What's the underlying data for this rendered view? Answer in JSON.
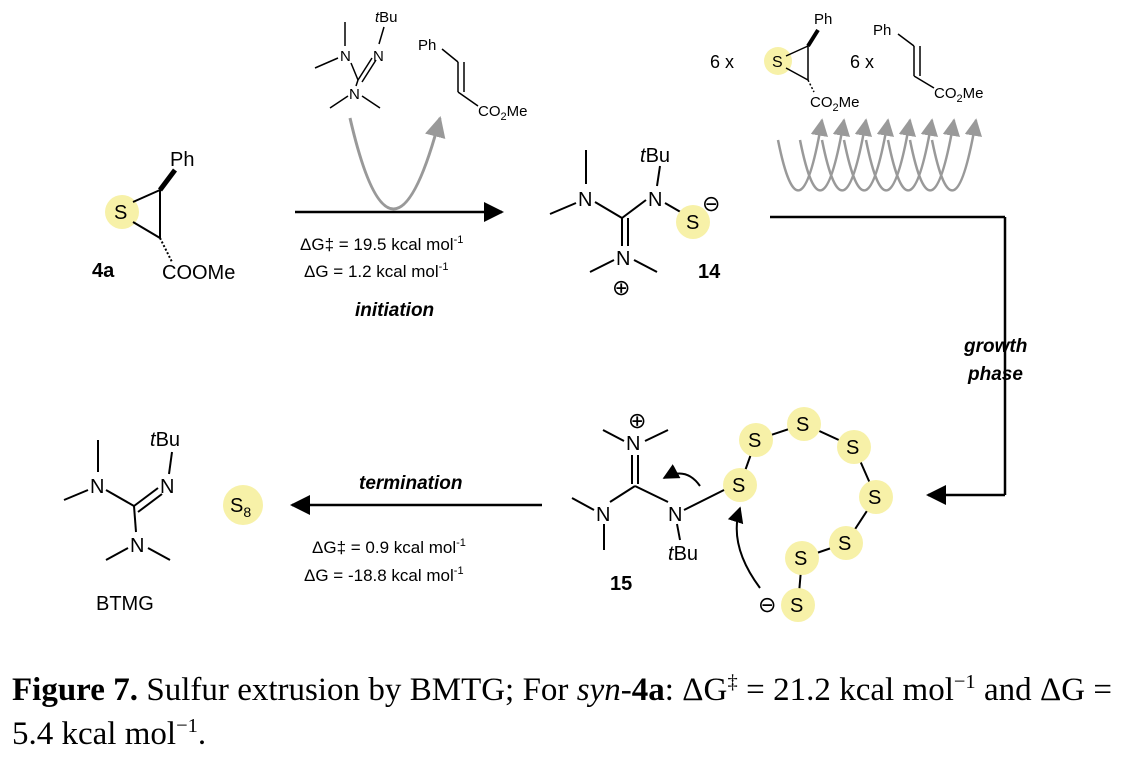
{
  "colors": {
    "highlight": "#f7f1a8",
    "gray_arrow": "#999999",
    "olive_label": "#7c7a3b",
    "ink": "#000000"
  },
  "labels": {
    "compound_4a": "4a",
    "compound_14": "14",
    "compound_15": "15",
    "btmg": "BTMG",
    "s8": "S",
    "s8_sub": "8",
    "ph": "Ph",
    "cooMe": "COOMe",
    "co2me_pre": "CO",
    "co2me_sub": "2",
    "co2me_post": "Me",
    "tbu_t": "t",
    "tbu_rest": "Bu",
    "n": "N",
    "s": "S",
    "six_x": "6 x",
    "minus": "⊖",
    "plus": "⊕"
  },
  "steps": {
    "initiation": {
      "label": "initiation",
      "dg_act": "ΔG‡ = 19.5 kcal mol",
      "dg_act_exp": "-1",
      "dg": "ΔG = 1.2 kcal mol",
      "dg_exp": "-1"
    },
    "growth": {
      "line1": "growth",
      "line2": "phase"
    },
    "termination": {
      "label": "termination",
      "dg_act": "ΔG‡ = 0.9 kcal mol",
      "dg_act_exp": "-1",
      "dg": "ΔG = -18.8 kcal mol",
      "dg_exp": "-1"
    }
  },
  "caption": {
    "figure": "Figure 7.",
    "text1": " Sulfur extrusion by BMTG; For ",
    "syn": "syn",
    "dash": "-",
    "compound": "4a",
    "text2": ": ΔG",
    "dagger": "‡",
    "text3": " = 21.2 kcal mol",
    "exp1": "−1",
    "text4": " and ΔG = 5.4 kcal mol",
    "exp2": "−1",
    "text5": "."
  }
}
